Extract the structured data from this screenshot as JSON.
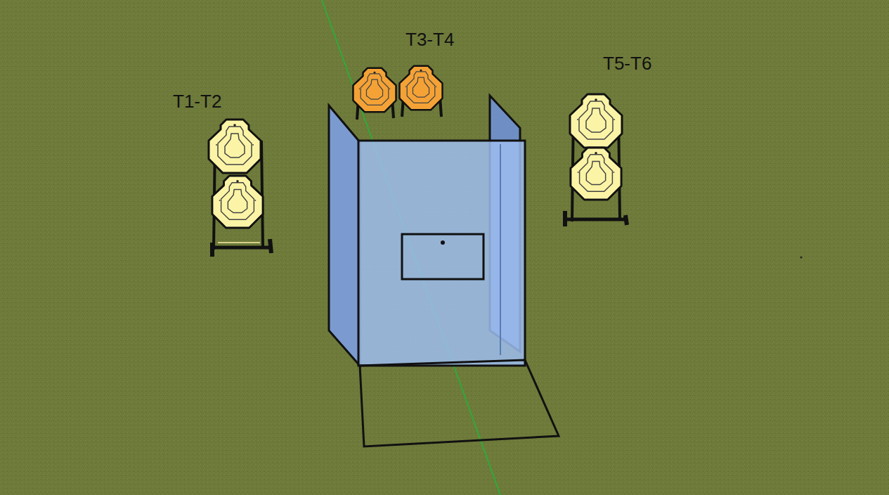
{
  "diagram": {
    "labels": [
      "T1-T2",
      "T3-T4",
      "T5-T6"
    ]
  }
}
